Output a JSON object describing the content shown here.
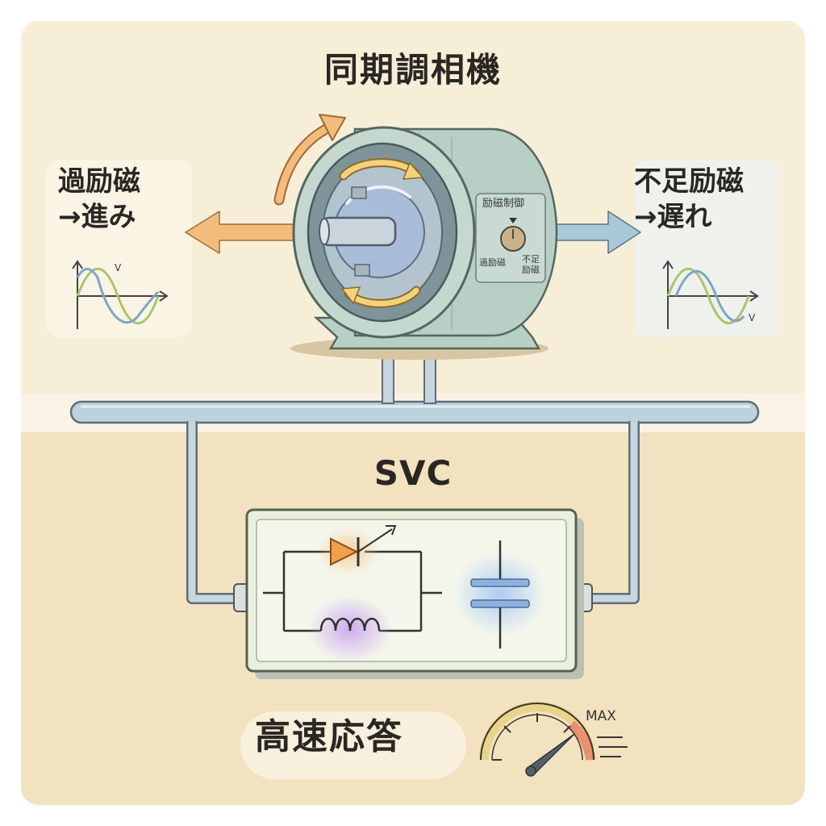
{
  "title": "同期調相機",
  "over_excitation": {
    "line1": "過励磁",
    "line2": "→進み",
    "wave_label": "V"
  },
  "under_excitation": {
    "line1": "不足励磁",
    "line2": "→遅れ",
    "wave_label": "V"
  },
  "excitation_control": {
    "title": "励磁制御",
    "left": "過励磁",
    "right_line1": "不足",
    "right_line2": "励磁"
  },
  "svc_title": "SVC",
  "fast_response": "高速応答",
  "gauge_max": "MAX",
  "colors": {
    "background_top": "#f7eed8",
    "background_bottom": "#f2e2c0",
    "machine_body": "#b8cfc5",
    "bus_bar": "#bdd1de",
    "lead_arrow": "#f3bc7a",
    "lag_arrow": "#a9c8d8",
    "thyristor": "#f0a04c",
    "reactor_glow": "#c9a4ef",
    "capacitor_glow": "#a9caf2",
    "gauge_needle": "#556068"
  }
}
